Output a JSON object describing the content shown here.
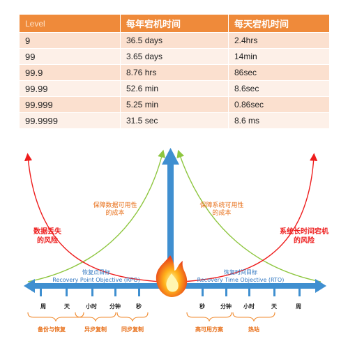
{
  "table": {
    "headers": [
      "Level",
      "每年宕机时间",
      "每天宕机时间"
    ],
    "rows": [
      [
        "9",
        "36.5 days",
        "2.4hrs"
      ],
      [
        "99",
        "3.65 days",
        "14min"
      ],
      [
        "99.9",
        "8.76 hrs",
        "86sec"
      ],
      [
        "99.99",
        "52.6 min",
        "8.6sec"
      ],
      [
        "99.999",
        "5.25 min",
        "0.86sec"
      ],
      [
        "99.9999",
        "31.5 sec",
        "8.6 ms"
      ]
    ]
  },
  "diagram": {
    "left_curve_label": [
      "保障数据可用性",
      "的成本"
    ],
    "right_curve_label": [
      "保障系统可用性",
      "的成本"
    ],
    "left_risk_label": [
      "数据丢失",
      "的风险"
    ],
    "right_risk_label": [
      "系统长时间宕机",
      "的风险"
    ],
    "rpo_label": [
      "恢复点目标",
      "Recovery Point Objective (RPO)"
    ],
    "rto_label": [
      "恢复时间目标",
      "Recovery Time Objective (RTO)"
    ],
    "left_ticks": [
      "周",
      "天",
      "小时",
      "分钟",
      "秒"
    ],
    "right_ticks": [
      "秒",
      "分钟",
      "小时",
      "天",
      "周"
    ],
    "left_categories": [
      "备份与恢复",
      "异步复制",
      "同步复制"
    ],
    "right_categories": [
      "高可用方案",
      "热站"
    ],
    "colors": {
      "header": "#ef8a3a",
      "axis": "#3f8fd0",
      "red": "#ee1c1c",
      "green": "#8ec63f",
      "orange_text": "#e8701a",
      "blue_text": "#2e75c0"
    }
  }
}
